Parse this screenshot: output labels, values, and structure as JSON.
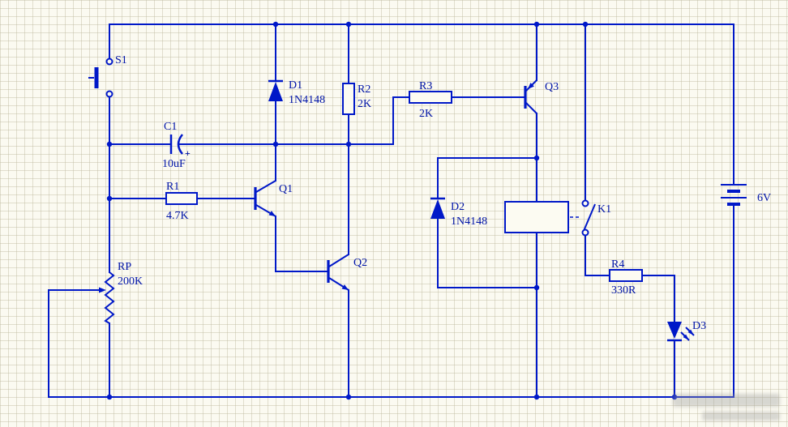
{
  "colors": {
    "wire": "#0018C8",
    "label": "#0014A8",
    "background": "#FBFAF1",
    "grid": "#DCD8C4"
  },
  "components": {
    "s1": {
      "ref": "S1"
    },
    "c1": {
      "ref": "C1",
      "value": "10uF",
      "polarity": "+"
    },
    "r1": {
      "ref": "R1",
      "value": "4.7K"
    },
    "rp": {
      "ref": "RP",
      "value": "200K"
    },
    "q1": {
      "ref": "Q1"
    },
    "q2": {
      "ref": "Q2"
    },
    "q3": {
      "ref": "Q3"
    },
    "d1": {
      "ref": "D1",
      "value": "1N4148"
    },
    "d2": {
      "ref": "D2",
      "value": "1N4148"
    },
    "d3": {
      "ref": "D3"
    },
    "r2": {
      "ref": "R2",
      "value": "2K"
    },
    "r3": {
      "ref": "R3",
      "value": "2K"
    },
    "r4": {
      "ref": "R4",
      "value": "330R"
    },
    "k1": {
      "ref": "K1"
    },
    "battery": {
      "value": "6V"
    }
  }
}
